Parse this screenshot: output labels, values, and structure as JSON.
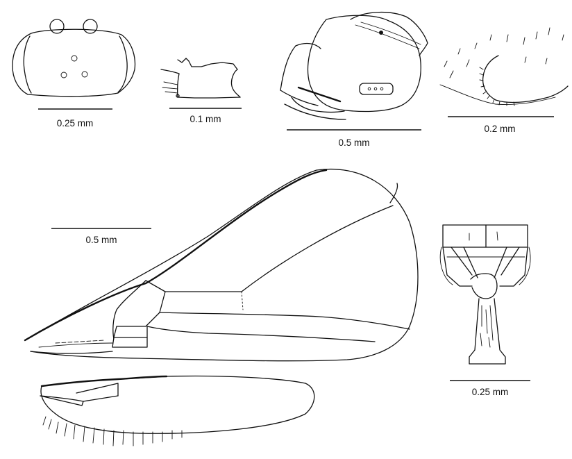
{
  "figure": {
    "panels": [
      {
        "id": "head-dorsal",
        "scale_label": "0.25 mm"
      },
      {
        "id": "antenna-segment",
        "scale_label": "0.1 mm"
      },
      {
        "id": "mesosoma-lateral",
        "scale_label": "0.5 mm"
      },
      {
        "id": "wing-margin-detail",
        "scale_label": "0.2 mm"
      },
      {
        "id": "wings",
        "scale_label": "0.5 mm"
      },
      {
        "id": "petiole-dorsal",
        "scale_label": "0.25 mm"
      }
    ]
  }
}
